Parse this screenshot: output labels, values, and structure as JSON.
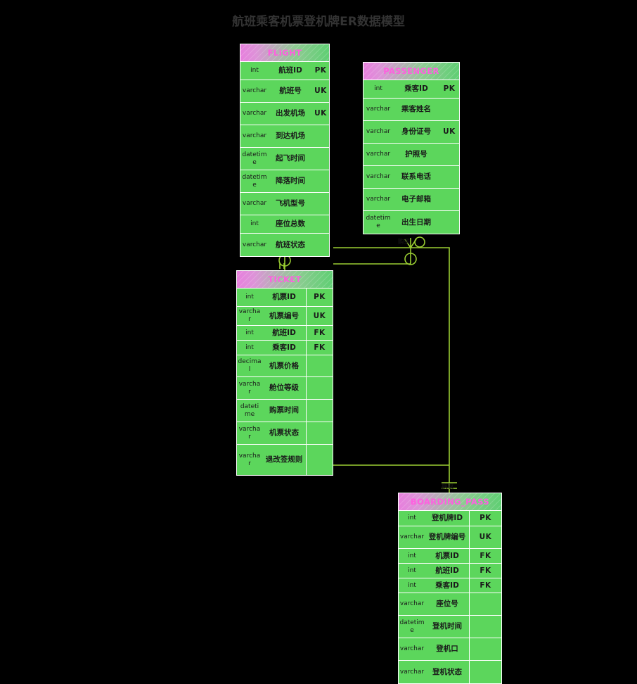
{
  "title": "航班乘客机票登机牌ER数据模型",
  "theme": {
    "background": "#000000",
    "row_fill": "#5cd65c",
    "border": "#ffffff",
    "header_gradient_from": "#e77fdd",
    "header_gradient_to": "#5fcf73",
    "header_text": "#ff5fe0",
    "connector": "#9acd32",
    "title_text": "#333333"
  },
  "tables": {
    "flight": {
      "name": "FLIGHT",
      "columns": [
        {
          "type": "int",
          "name": "航班ID",
          "key": "PK"
        },
        {
          "type": "varchar",
          "name": "航班号",
          "key": "UK"
        },
        {
          "type": "varchar",
          "name": "出发机场",
          "key": "UK"
        },
        {
          "type": "varchar",
          "name": "到达机场",
          "key": ""
        },
        {
          "type": "datetime",
          "name": "起飞时间",
          "key": ""
        },
        {
          "type": "datetime",
          "name": "降落时间",
          "key": ""
        },
        {
          "type": "varchar",
          "name": "飞机型号",
          "key": ""
        },
        {
          "type": "int",
          "name": "座位总数",
          "key": ""
        },
        {
          "type": "varchar",
          "name": "航班状态",
          "key": ""
        }
      ]
    },
    "passenger": {
      "name": "PASSENGER",
      "columns": [
        {
          "type": "int",
          "name": "乘客ID",
          "key": "PK"
        },
        {
          "type": "varchar",
          "name": "乘客姓名",
          "key": ""
        },
        {
          "type": "varchar",
          "name": "身份证号",
          "key": "UK"
        },
        {
          "type": "varchar",
          "name": "护照号",
          "key": ""
        },
        {
          "type": "varchar",
          "name": "联系电话",
          "key": ""
        },
        {
          "type": "varchar",
          "name": "电子邮箱",
          "key": ""
        },
        {
          "type": "datetime",
          "name": "出生日期",
          "key": ""
        }
      ]
    },
    "ticket": {
      "name": "TICKET",
      "columns": [
        {
          "type": "int",
          "name": "机票ID",
          "key": "PK"
        },
        {
          "type": "varchar",
          "name": "机票编号",
          "key": "UK"
        },
        {
          "type": "int",
          "name": "航班ID",
          "key": "FK"
        },
        {
          "type": "int",
          "name": "乘客ID",
          "key": "FK"
        },
        {
          "type": "decimal",
          "name": "机票价格",
          "key": ""
        },
        {
          "type": "varchar",
          "name": "舱位等级",
          "key": ""
        },
        {
          "type": "datetime",
          "name": "购票时间",
          "key": ""
        },
        {
          "type": "varchar",
          "name": "机票状态",
          "key": ""
        },
        {
          "type": "varchar",
          "name": "退改签规则",
          "key": ""
        }
      ]
    },
    "boarding_pass": {
      "name": "BOARDING_PASS",
      "columns": [
        {
          "type": "int",
          "name": "登机牌ID",
          "key": "PK"
        },
        {
          "type": "varchar",
          "name": "登机牌编号",
          "key": "UK"
        },
        {
          "type": "int",
          "name": "机票ID",
          "key": "FK"
        },
        {
          "type": "int",
          "name": "航班ID",
          "key": "FK"
        },
        {
          "type": "int",
          "name": "乘客ID",
          "key": "FK"
        },
        {
          "type": "varchar",
          "name": "座位号",
          "key": ""
        },
        {
          "type": "datetime",
          "name": "登机时间",
          "key": ""
        },
        {
          "type": "varchar",
          "name": "登机口",
          "key": ""
        },
        {
          "type": "varchar",
          "name": "登机状态",
          "key": ""
        }
      ]
    }
  },
  "relationships": [
    {
      "id": "flight-ticket",
      "label": "发放",
      "from": "FLIGHT",
      "to": "TICKET"
    },
    {
      "id": "passenger-ticket",
      "label": "购买",
      "from": "PASSENGER",
      "to": "TICKET"
    },
    {
      "id": "ticket-boarding",
      "label": "换取",
      "from": "TICKET",
      "to": "BOARDING_PASS"
    }
  ]
}
